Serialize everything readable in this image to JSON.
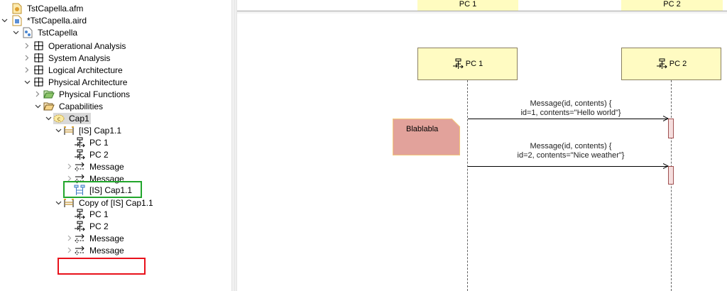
{
  "tree": {
    "items": [
      {
        "label": "TstCapella.afm",
        "icon": "afm-file-icon",
        "indent": 0,
        "toggle": "none"
      },
      {
        "label": "*TstCapella.aird",
        "icon": "aird-file-icon",
        "indent": 0,
        "toggle": "expanded"
      },
      {
        "label": "TstCapella",
        "icon": "project-model-icon",
        "indent": 1,
        "toggle": "expanded"
      },
      {
        "label": "Operational Analysis",
        "icon": "architecture-grid-icon",
        "indent": 2,
        "toggle": "collapsed"
      },
      {
        "label": "System Analysis",
        "icon": "architecture-grid-icon",
        "indent": 2,
        "toggle": "collapsed"
      },
      {
        "label": "Logical Architecture",
        "icon": "architecture-grid-icon",
        "indent": 2,
        "toggle": "collapsed"
      },
      {
        "label": "Physical Architecture",
        "icon": "architecture-grid-icon",
        "indent": 2,
        "toggle": "expanded"
      },
      {
        "label": "Physical Functions",
        "icon": "folder-green-icon",
        "indent": 3,
        "toggle": "collapsed"
      },
      {
        "label": "Capabilities",
        "icon": "folder-open-icon",
        "indent": 3,
        "toggle": "expanded"
      },
      {
        "label": "Cap1",
        "icon": "capability-icon",
        "indent": 4,
        "toggle": "expanded",
        "selected": true
      },
      {
        "label": "[IS] Cap1.1",
        "icon": "scenario-icon",
        "indent": 5,
        "toggle": "expanded"
      },
      {
        "label": "PC 1",
        "icon": "physical-component-icon",
        "indent": 6,
        "toggle": "none"
      },
      {
        "label": "PC 2",
        "icon": "physical-component-icon",
        "indent": 6,
        "toggle": "none"
      },
      {
        "label": "Message",
        "icon": "message-exchange-icon",
        "indent": 6,
        "toggle": "collapsed"
      },
      {
        "label": "Message",
        "icon": "message-exchange-icon",
        "indent": 6,
        "toggle": "collapsed"
      },
      {
        "label": "[IS] Cap1.1",
        "icon": "sequence-diagram-icon",
        "indent": 6,
        "toggle": "none"
      },
      {
        "label": "Copy of [IS] Cap1.1",
        "icon": "scenario-icon",
        "indent": 5,
        "toggle": "expanded"
      },
      {
        "label": "PC 1",
        "icon": "physical-component-icon",
        "indent": 6,
        "toggle": "none"
      },
      {
        "label": "PC 2",
        "icon": "physical-component-icon",
        "indent": 6,
        "toggle": "none"
      },
      {
        "label": "Message",
        "icon": "message-exchange-icon",
        "indent": 6,
        "toggle": "collapsed"
      },
      {
        "label": "Message",
        "icon": "message-exchange-icon",
        "indent": 6,
        "toggle": "collapsed"
      }
    ]
  },
  "diagram": {
    "header": {
      "pc1": "PC 1",
      "pc2": "PC 2"
    },
    "lifelines": [
      {
        "label": "PC 1",
        "icon": "physical-component-icon"
      },
      {
        "label": "PC 2",
        "icon": "physical-component-icon"
      }
    ],
    "note": {
      "text": "Blablabla"
    },
    "messages": [
      {
        "line1": "Message(id, contents) {",
        "line2": "id=1, contents=\"Hello world\"}"
      },
      {
        "line1": "Message(id, contents) {",
        "line2": "id=2, contents=\"Nice weather\"}"
      }
    ]
  },
  "annotations": {
    "green_highlight_color": "#22a62c",
    "red_highlight_color": "#e8111b"
  },
  "colors": {
    "lifeline_head": "#fffbc2",
    "note_fill": "#e2a29b",
    "note_border": "#f4c878",
    "exec_fill": "#f5dede"
  }
}
